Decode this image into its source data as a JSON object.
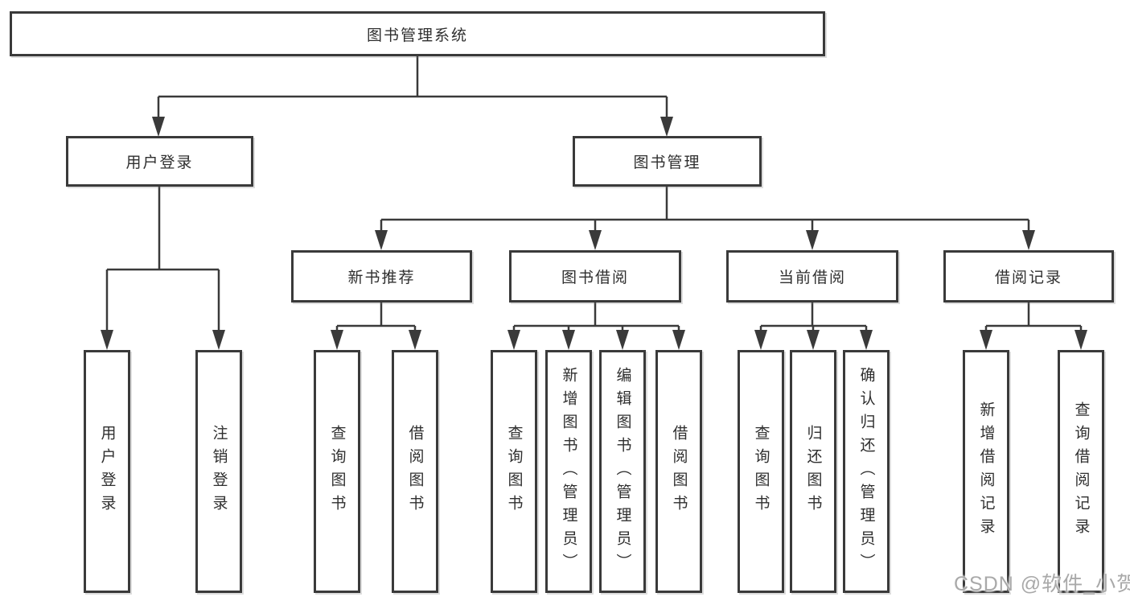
{
  "title": "图书管理系统",
  "nodes": {
    "root": "图书管理系统",
    "user_login": "用户登录",
    "book_mgmt": "图书管理",
    "new_books": "新书推荐",
    "book_borrow": "图书借阅",
    "current_borrow": "当前借阅",
    "borrow_records": "借阅记录",
    "leaves": [
      "用户登录",
      "注销登录",
      "查询图书",
      "借阅图书",
      "查询图书",
      "新增图书（管理员）",
      "编辑图书（管理员）",
      "借阅图书",
      "查询图书",
      "归还图书",
      "确认归还（管理员）",
      "新增借阅记录",
      "查询借阅记录"
    ]
  },
  "watermark": "CSDN @软件_小贺同学",
  "colors": {
    "line": "#3a3a3a",
    "text": "#2f2f2f",
    "watermark": "#a9a9a9",
    "background": "#ffffff"
  }
}
